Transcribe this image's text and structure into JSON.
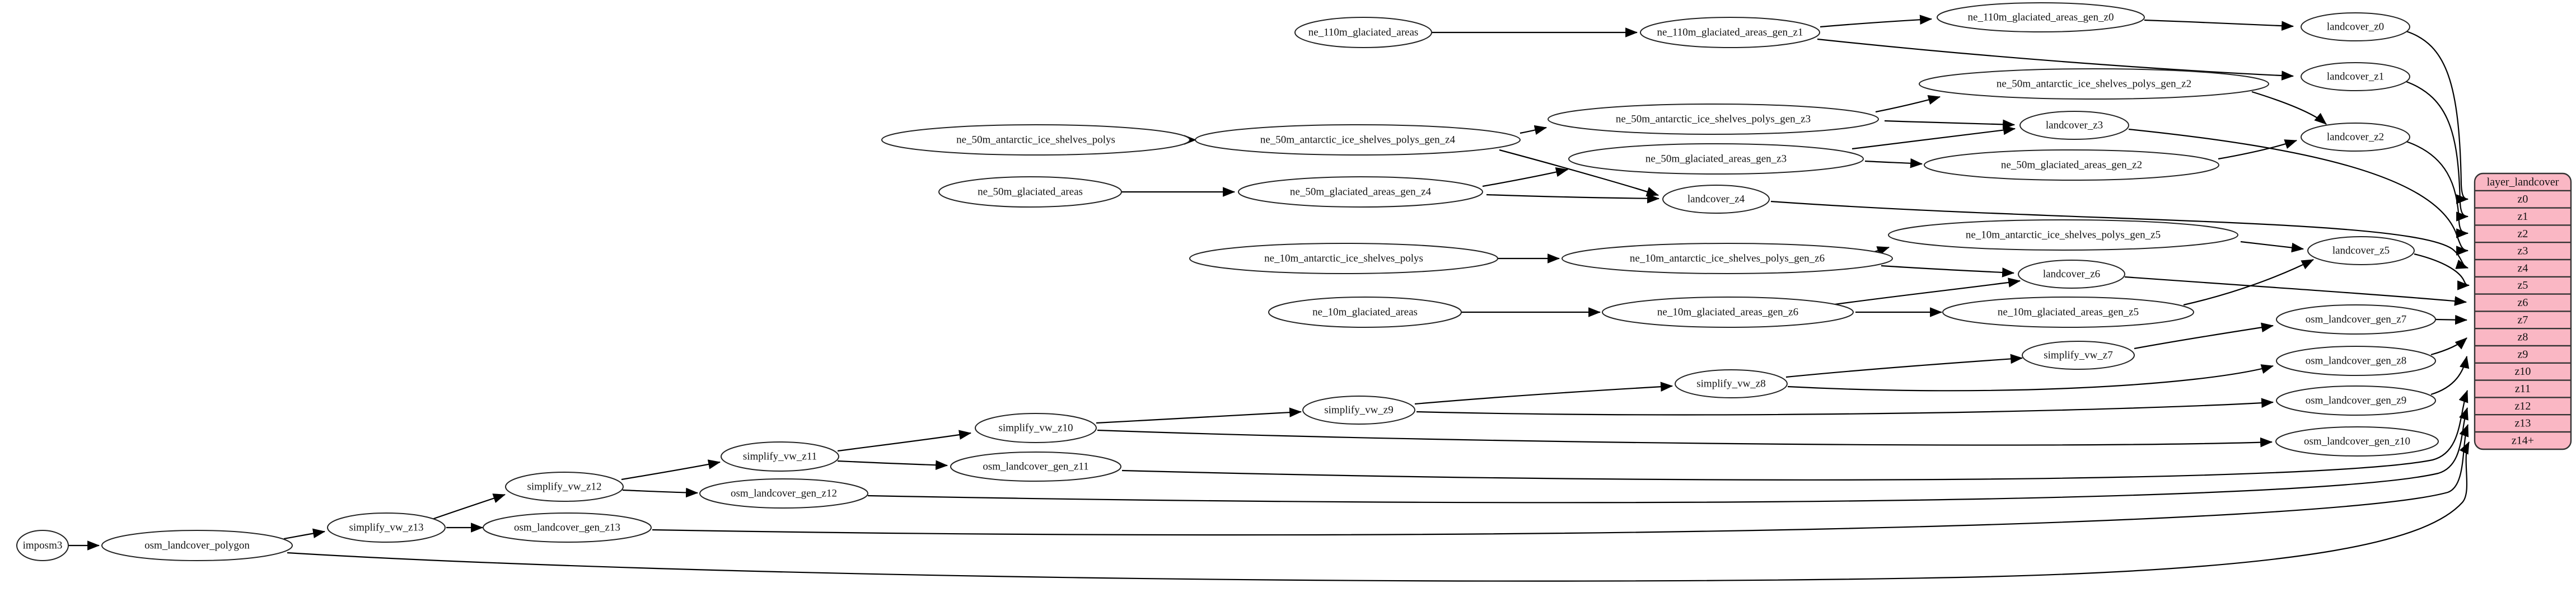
{
  "diagram": {
    "colors": {
      "background": "#ffffff",
      "edge": "#000000",
      "node_fill": "#ffffff",
      "node_stroke": "#232323",
      "table_fill": "#FAB7C4",
      "table_stroke": "#333333"
    },
    "nodes": {
      "ne_110m_glaciated_areas": {
        "label": "ne_110m_glaciated_areas"
      },
      "ne_110m_glaciated_areas_gen_z1": {
        "label": "ne_110m_glaciated_areas_gen_z1"
      },
      "ne_110m_glaciated_areas_gen_z0": {
        "label": "ne_110m_glaciated_areas_gen_z0"
      },
      "landcover_z0": {
        "label": "landcover_z0"
      },
      "landcover_z1": {
        "label": "landcover_z1"
      },
      "landcover_z2": {
        "label": "landcover_z2"
      },
      "ne_50m_antarctic_ice_shelves_polys": {
        "label": "ne_50m_antarctic_ice_shelves_polys"
      },
      "ne_50m_antarctic_ice_shelves_polys_gen_z4": {
        "label": "ne_50m_antarctic_ice_shelves_polys_gen_z4"
      },
      "ne_50m_antarctic_ice_shelves_polys_gen_z3": {
        "label": "ne_50m_antarctic_ice_shelves_polys_gen_z3"
      },
      "ne_50m_antarctic_ice_shelves_polys_gen_z2": {
        "label": "ne_50m_antarctic_ice_shelves_polys_gen_z2"
      },
      "landcover_z3": {
        "label": "landcover_z3"
      },
      "ne_50m_glaciated_areas": {
        "label": "ne_50m_glaciated_areas"
      },
      "ne_50m_glaciated_areas_gen_z4": {
        "label": "ne_50m_glaciated_areas_gen_z4"
      },
      "ne_50m_glaciated_areas_gen_z3": {
        "label": "ne_50m_glaciated_areas_gen_z3"
      },
      "ne_50m_glaciated_areas_gen_z2": {
        "label": "ne_50m_glaciated_areas_gen_z2"
      },
      "landcover_z4": {
        "label": "landcover_z4"
      },
      "ne_10m_antarctic_ice_shelves_polys": {
        "label": "ne_10m_antarctic_ice_shelves_polys"
      },
      "ne_10m_antarctic_ice_shelves_polys_gen_z6": {
        "label": "ne_10m_antarctic_ice_shelves_polys_gen_z6"
      },
      "ne_10m_antarctic_ice_shelves_polys_gen_z5": {
        "label": "ne_10m_antarctic_ice_shelves_polys_gen_z5"
      },
      "landcover_z5": {
        "label": "landcover_z5"
      },
      "landcover_z6": {
        "label": "landcover_z6"
      },
      "ne_10m_glaciated_areas": {
        "label": "ne_10m_glaciated_areas"
      },
      "ne_10m_glaciated_areas_gen_z6": {
        "label": "ne_10m_glaciated_areas_gen_z6"
      },
      "ne_10m_glaciated_areas_gen_z5": {
        "label": "ne_10m_glaciated_areas_gen_z5"
      },
      "osm_landcover_gen_z7": {
        "label": "osm_landcover_gen_z7"
      },
      "simplify_vw_z7": {
        "label": "simplify_vw_z7"
      },
      "osm_landcover_gen_z8": {
        "label": "osm_landcover_gen_z8"
      },
      "simplify_vw_z8": {
        "label": "simplify_vw_z8"
      },
      "osm_landcover_gen_z9": {
        "label": "osm_landcover_gen_z9"
      },
      "simplify_vw_z9": {
        "label": "simplify_vw_z9"
      },
      "simplify_vw_z10": {
        "label": "simplify_vw_z10"
      },
      "osm_landcover_gen_z10": {
        "label": "osm_landcover_gen_z10"
      },
      "simplify_vw_z11": {
        "label": "simplify_vw_z11"
      },
      "osm_landcover_gen_z11": {
        "label": "osm_landcover_gen_z11"
      },
      "simplify_vw_z12": {
        "label": "simplify_vw_z12"
      },
      "osm_landcover_gen_z12": {
        "label": "osm_landcover_gen_z12"
      },
      "simplify_vw_z13": {
        "label": "simplify_vw_z13"
      },
      "osm_landcover_gen_z13": {
        "label": "osm_landcover_gen_z13"
      },
      "imposm3": {
        "label": "imposm3"
      },
      "osm_landcover_polygon": {
        "label": "osm_landcover_polygon"
      }
    },
    "layer_table": {
      "title": "layer_landcover",
      "rows": [
        "z0",
        "z1",
        "z2",
        "z3",
        "z4",
        "z5",
        "z6",
        "z7",
        "z8",
        "z9",
        "z10",
        "z11",
        "z12",
        "z13",
        "z14+"
      ]
    }
  }
}
